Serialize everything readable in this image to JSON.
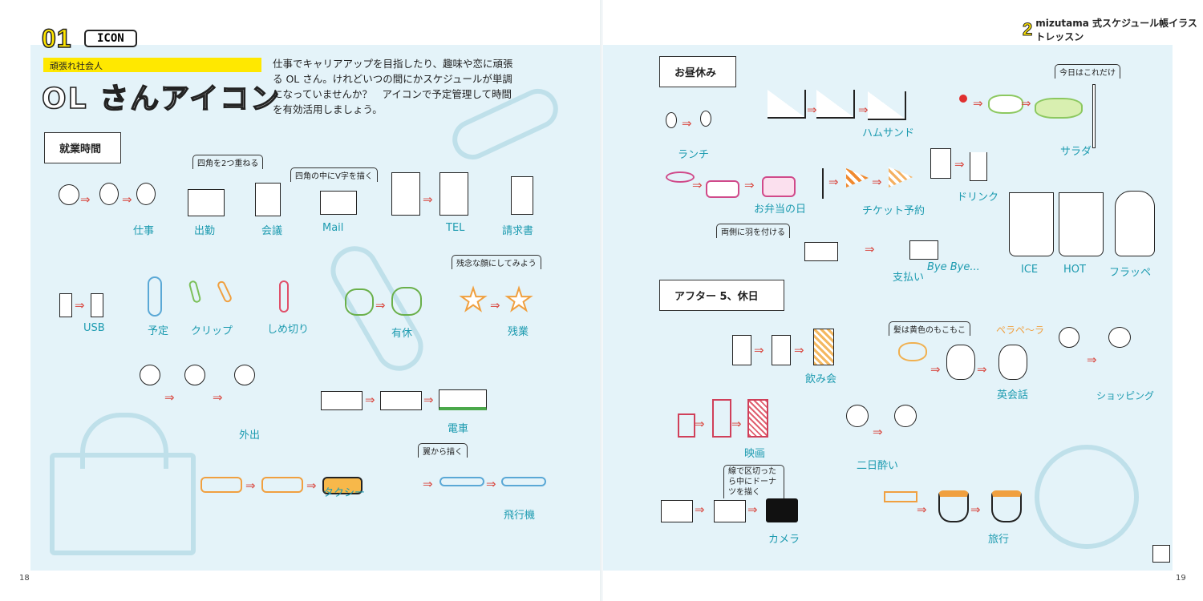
{
  "header": {
    "number": "01",
    "badge": "ICON",
    "subtitle": "頑張れ社会人",
    "title": "OL さんアイコン",
    "intro": "仕事でキャリアアップを目指したり、趣味や恋に頑張る OL さん。けれどいつの間にかスケジュールが単調になっていませんか？　アイコンで予定管理して時間を有効活用しましょう。"
  },
  "running_head": {
    "chapter": "2",
    "text": "mizutama 式スケジュール帳イラストレッスン"
  },
  "sections": {
    "work": "就業時間",
    "lunch": "お昼休み",
    "after": "アフター 5、休日"
  },
  "work_labels": {
    "shigoto": "仕事",
    "shukkin": "出勤",
    "kaigi": "会議",
    "mail": "Mail",
    "tel": "TEL",
    "seikyusho": "請求書",
    "usb": "USB",
    "yotei": "予定",
    "clip": "クリップ",
    "shimekiri": "しめ切り",
    "yukyu": "有休",
    "zangyo": "残業",
    "gaishutsu": "外出",
    "densha": "電車",
    "taxi": "タクシー",
    "hikoki": "飛行機"
  },
  "work_callouts": {
    "a": "四角を2つ重ねる",
    "b": "四角の中にV字を描く",
    "c": "残念な顔にしてみよう",
    "d": "翼から描く"
  },
  "lunch_labels": {
    "lunch": "ランチ",
    "hamsand": "ハムサンド",
    "salad": "サラダ",
    "bento": "お弁当の日",
    "ticket": "チケット予約",
    "drink": "ドリンク",
    "shiharai": "支払い",
    "byebye": "Bye Bye...",
    "ice": "ICE",
    "hot": "HOT",
    "frappe": "フラッペ"
  },
  "lunch_callouts": {
    "a": "今日はこれだけ",
    "b": "両側に羽を付ける"
  },
  "after_labels": {
    "nomikai": "飲み会",
    "perapera": "ペラペ〜ラ",
    "eikaiwa": "英会話",
    "shopping": "ショッピング",
    "eiga": "映画",
    "futsukayoi": "二日酔い",
    "camera": "カメラ",
    "ryoko": "旅行"
  },
  "after_callouts": {
    "a": "髪は黄色のもこもこ",
    "b": "線で区切ったら中にドーナツを描く"
  },
  "pages": {
    "left": "18",
    "right": "19"
  },
  "arrow": "⇒"
}
